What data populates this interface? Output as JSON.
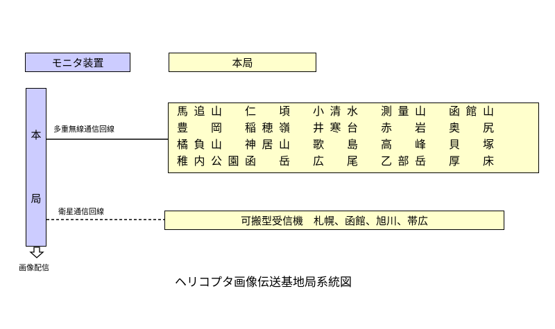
{
  "title": "ヘリコプタ画像伝送基地局系統図",
  "boxes": {
    "monitor": "モニタ装置",
    "honkyoku_top": "本局",
    "station_column": [
      "本",
      "局"
    ],
    "portable_receiver": "可搬型受信機　札幌、函館、旭川、帯広"
  },
  "links": {
    "multiplex": "多重無線通信回線",
    "satellite": "衛星通信回線",
    "image_delivery": "画像配信"
  },
  "colors": {
    "monitor_fill": "#ccccff",
    "box_fill": "#ffffcc",
    "border": "#000000"
  },
  "stations": [
    {
      "name": "馬",
      "row": 0,
      "col": 0
    },
    {
      "name": "追",
      "row": 0,
      "col": 1
    },
    {
      "name": "山",
      "row": 0,
      "col": 2
    },
    {
      "name": "仁",
      "row": 0,
      "col": 4
    },
    {
      "name": "頃",
      "row": 0,
      "col": 6
    },
    {
      "name": "小",
      "row": 0,
      "col": 8
    },
    {
      "name": "清",
      "row": 0,
      "col": 9
    },
    {
      "name": "水",
      "row": 0,
      "col": 10
    },
    {
      "name": "測",
      "row": 0,
      "col": 12
    },
    {
      "name": "量",
      "row": 0,
      "col": 13
    },
    {
      "name": "山",
      "row": 0,
      "col": 14
    },
    {
      "name": "函",
      "row": 0,
      "col": 16
    },
    {
      "name": "館",
      "row": 0,
      "col": 17
    },
    {
      "name": "山",
      "row": 0,
      "col": 18
    },
    {
      "name": "豊",
      "row": 1,
      "col": 0
    },
    {
      "name": "岡",
      "row": 1,
      "col": 2
    },
    {
      "name": "稲",
      "row": 1,
      "col": 4
    },
    {
      "name": "穂",
      "row": 1,
      "col": 5
    },
    {
      "name": "嶺",
      "row": 1,
      "col": 6
    },
    {
      "name": "井",
      "row": 1,
      "col": 8
    },
    {
      "name": "寒",
      "row": 1,
      "col": 9
    },
    {
      "name": "台",
      "row": 1,
      "col": 10
    },
    {
      "name": "赤",
      "row": 1,
      "col": 12
    },
    {
      "name": "岩",
      "row": 1,
      "col": 14
    },
    {
      "name": "奥",
      "row": 1,
      "col": 16
    },
    {
      "name": "尻",
      "row": 1,
      "col": 18
    },
    {
      "name": "橘",
      "row": 2,
      "col": 0
    },
    {
      "name": "負",
      "row": 2,
      "col": 1
    },
    {
      "name": "山",
      "row": 2,
      "col": 2
    },
    {
      "name": "神",
      "row": 2,
      "col": 4
    },
    {
      "name": "居",
      "row": 2,
      "col": 5
    },
    {
      "name": "山",
      "row": 2,
      "col": 6
    },
    {
      "name": "歌",
      "row": 2,
      "col": 8
    },
    {
      "name": "島",
      "row": 2,
      "col": 10
    },
    {
      "name": "高",
      "row": 2,
      "col": 12
    },
    {
      "name": "峰",
      "row": 2,
      "col": 14
    },
    {
      "name": "貝",
      "row": 2,
      "col": 16
    },
    {
      "name": "塚",
      "row": 2,
      "col": 18
    },
    {
      "name": "稚",
      "row": 3,
      "col": 0
    },
    {
      "name": "内",
      "row": 3,
      "col": 1
    },
    {
      "name": "公",
      "row": 3,
      "col": 2
    },
    {
      "name": "園",
      "row": 3,
      "col": 3
    },
    {
      "name": "函",
      "row": 3,
      "col": 4
    },
    {
      "name": "岳",
      "row": 3,
      "col": 6
    },
    {
      "name": "広",
      "row": 3,
      "col": 8
    },
    {
      "name": "尾",
      "row": 3,
      "col": 10
    },
    {
      "name": "乙",
      "row": 3,
      "col": 12
    },
    {
      "name": "部",
      "row": 3,
      "col": 13
    },
    {
      "name": "岳",
      "row": 3,
      "col": 14
    },
    {
      "name": "厚",
      "row": 3,
      "col": 16
    },
    {
      "name": "床",
      "row": 3,
      "col": 18
    }
  ]
}
